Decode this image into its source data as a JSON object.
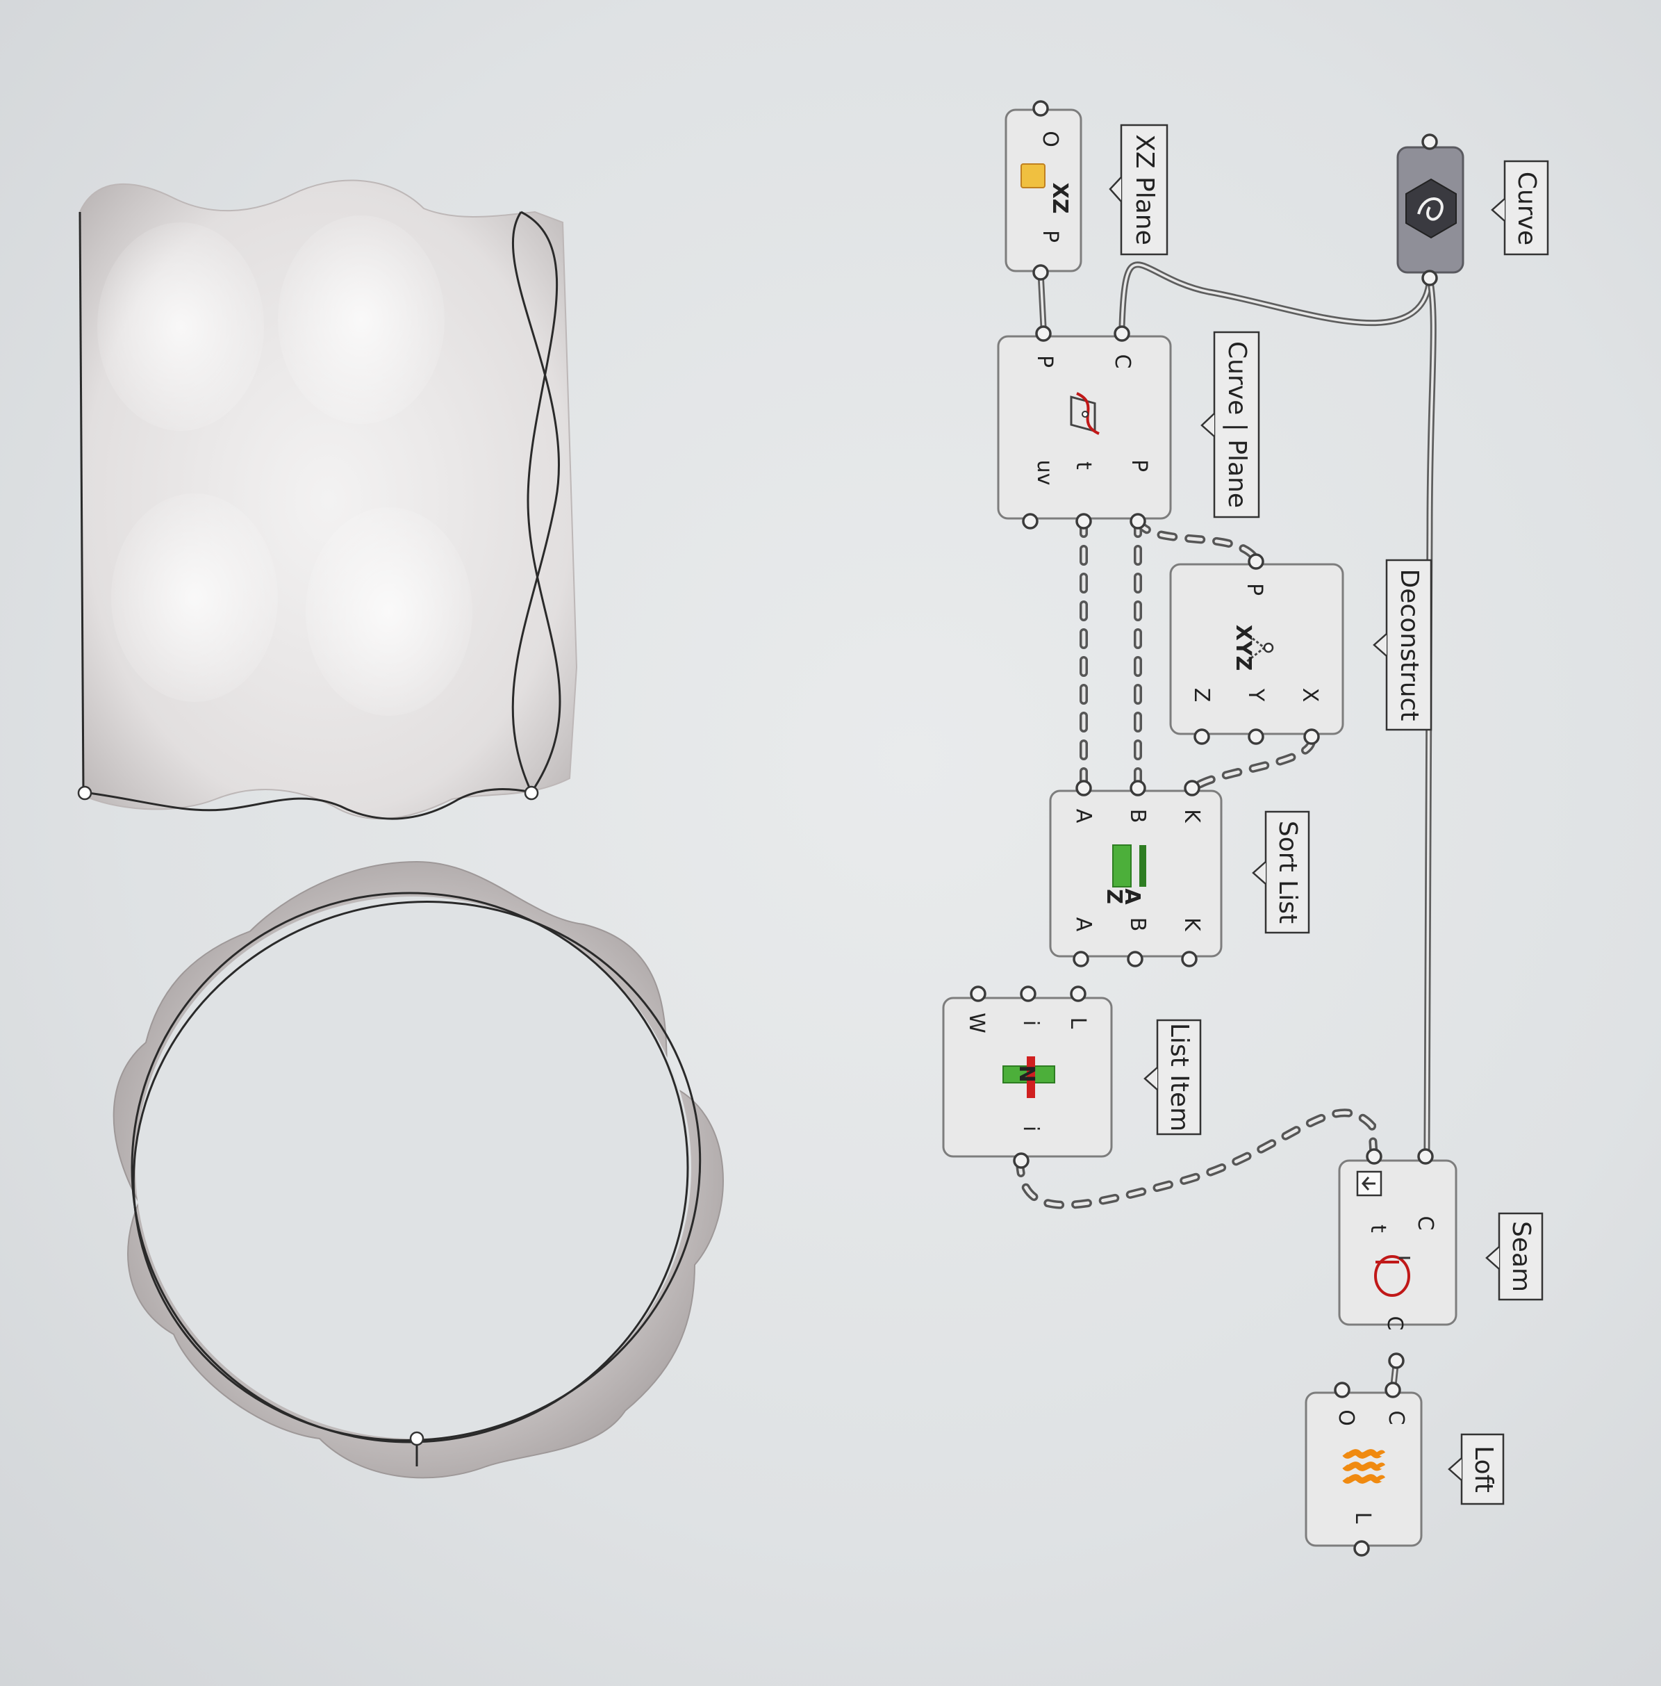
{
  "components": {
    "xz_plane": {
      "callout": "XZ Plane",
      "inputs": [
        "O"
      ],
      "outputs": [
        "P"
      ],
      "icon_caption": "XZ"
    },
    "curve_plane": {
      "callout": "Curve | Plane",
      "inputs": [
        "C",
        "P"
      ],
      "outputs": [
        "P",
        "t",
        "uv"
      ]
    },
    "curve": {
      "callout": "Curve"
    },
    "deconstruct": {
      "callout": "Deconstruct",
      "inputs": [
        "P"
      ],
      "outputs": [
        "X",
        "Y",
        "Z"
      ],
      "icon_caption": "XYZ"
    },
    "sort_list": {
      "callout": "Sort List",
      "inputs": [
        "K",
        "B",
        "A"
      ],
      "outputs": [
        "K",
        "B",
        "A"
      ],
      "icon_caption_top": "A",
      "icon_caption_bottom": "Z"
    },
    "list_item": {
      "callout": "List Item",
      "inputs": [
        "L",
        "i",
        "W"
      ],
      "outputs": [
        "i"
      ],
      "icon_caption": "N"
    },
    "seam": {
      "callout": "Seam",
      "inputs": [
        "C",
        "t"
      ],
      "outputs": [
        "C"
      ]
    },
    "loft": {
      "callout": "Loft",
      "inputs": [
        "C",
        "O"
      ],
      "outputs": [
        "L"
      ]
    }
  },
  "colors": {
    "canvas": "#dfe2e4",
    "component_fill": "#e9e9e9",
    "component_stroke": "#7d7d7d",
    "wire": "#5e5e5e",
    "xz_icon": "#f0c040",
    "sort_icon": "#4caf3a",
    "list_icon_green": "#4caf3a",
    "list_icon_red": "#d02020",
    "seam_icon": "#c01818",
    "loft_icon": "#f08a10"
  },
  "icons": {
    "xz_plane": "plane-icon",
    "curve_plane": "curve-plane-intersect-icon",
    "curve": "curve-param-icon",
    "deconstruct": "deconstruct-point-icon",
    "sort_list": "sort-list-icon",
    "list_item": "list-item-icon",
    "seam": "seam-icon",
    "seam_flag": "reparameterize-arrow-icon",
    "loft": "loft-icon"
  }
}
